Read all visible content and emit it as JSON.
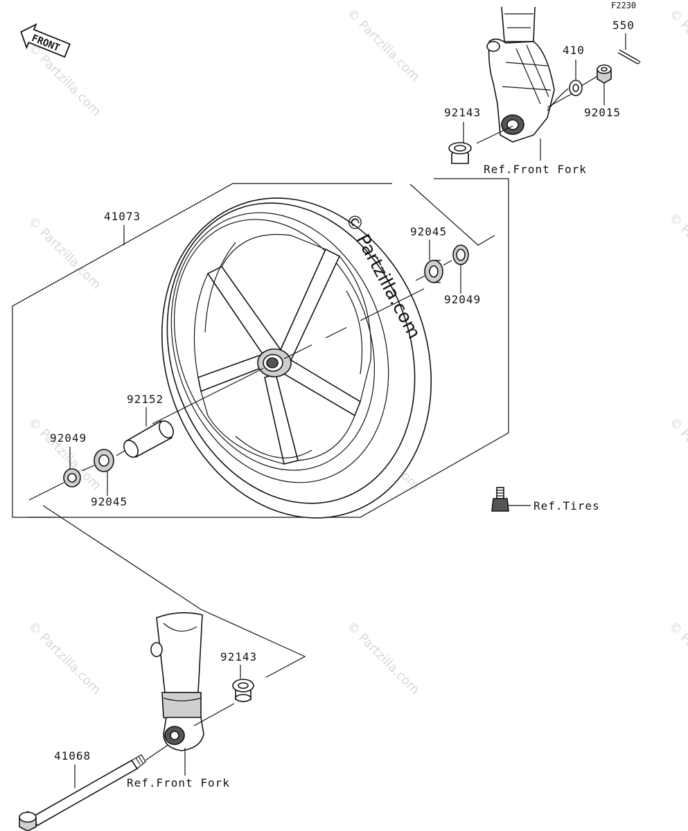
{
  "diagram_code": "F2230",
  "front_label": "FRONT",
  "watermark_center": "© Partzilla.com",
  "watermark_repeat": "© Partzilla.com",
  "parts": {
    "p550": "550",
    "p410": "410",
    "p92015": "92015",
    "p92143_top": "92143",
    "ref_front_fork_top": "Ref.Front Fork",
    "p41073": "41073",
    "p92045_right": "92045",
    "p92049_right": "92049",
    "p92152": "92152",
    "p92049_left": "92049",
    "p92045_left": "92045",
    "ref_tires": "Ref.Tires",
    "p92143_bottom": "92143",
    "p41068": "41068",
    "ref_front_fork_bottom": "Ref.Front Fork"
  }
}
